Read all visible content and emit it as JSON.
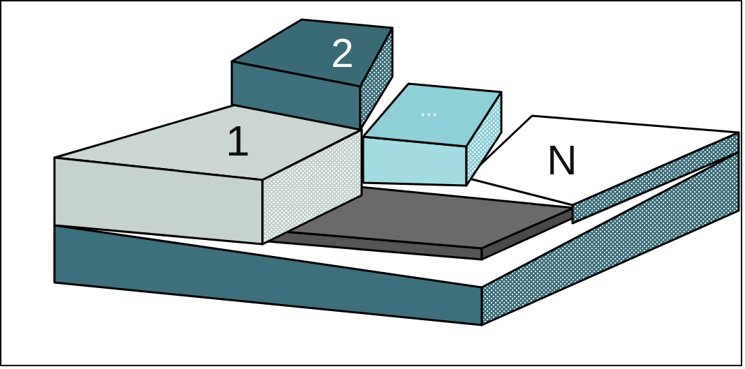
{
  "diagram": {
    "nodes": [
      {
        "text": [
          "1"
        ]
      },
      {
        "text": [
          "2"
        ]
      },
      {
        "text": [
          "..."
        ]
      },
      {
        "text": [
          "N"
        ]
      }
    ]
  }
}
